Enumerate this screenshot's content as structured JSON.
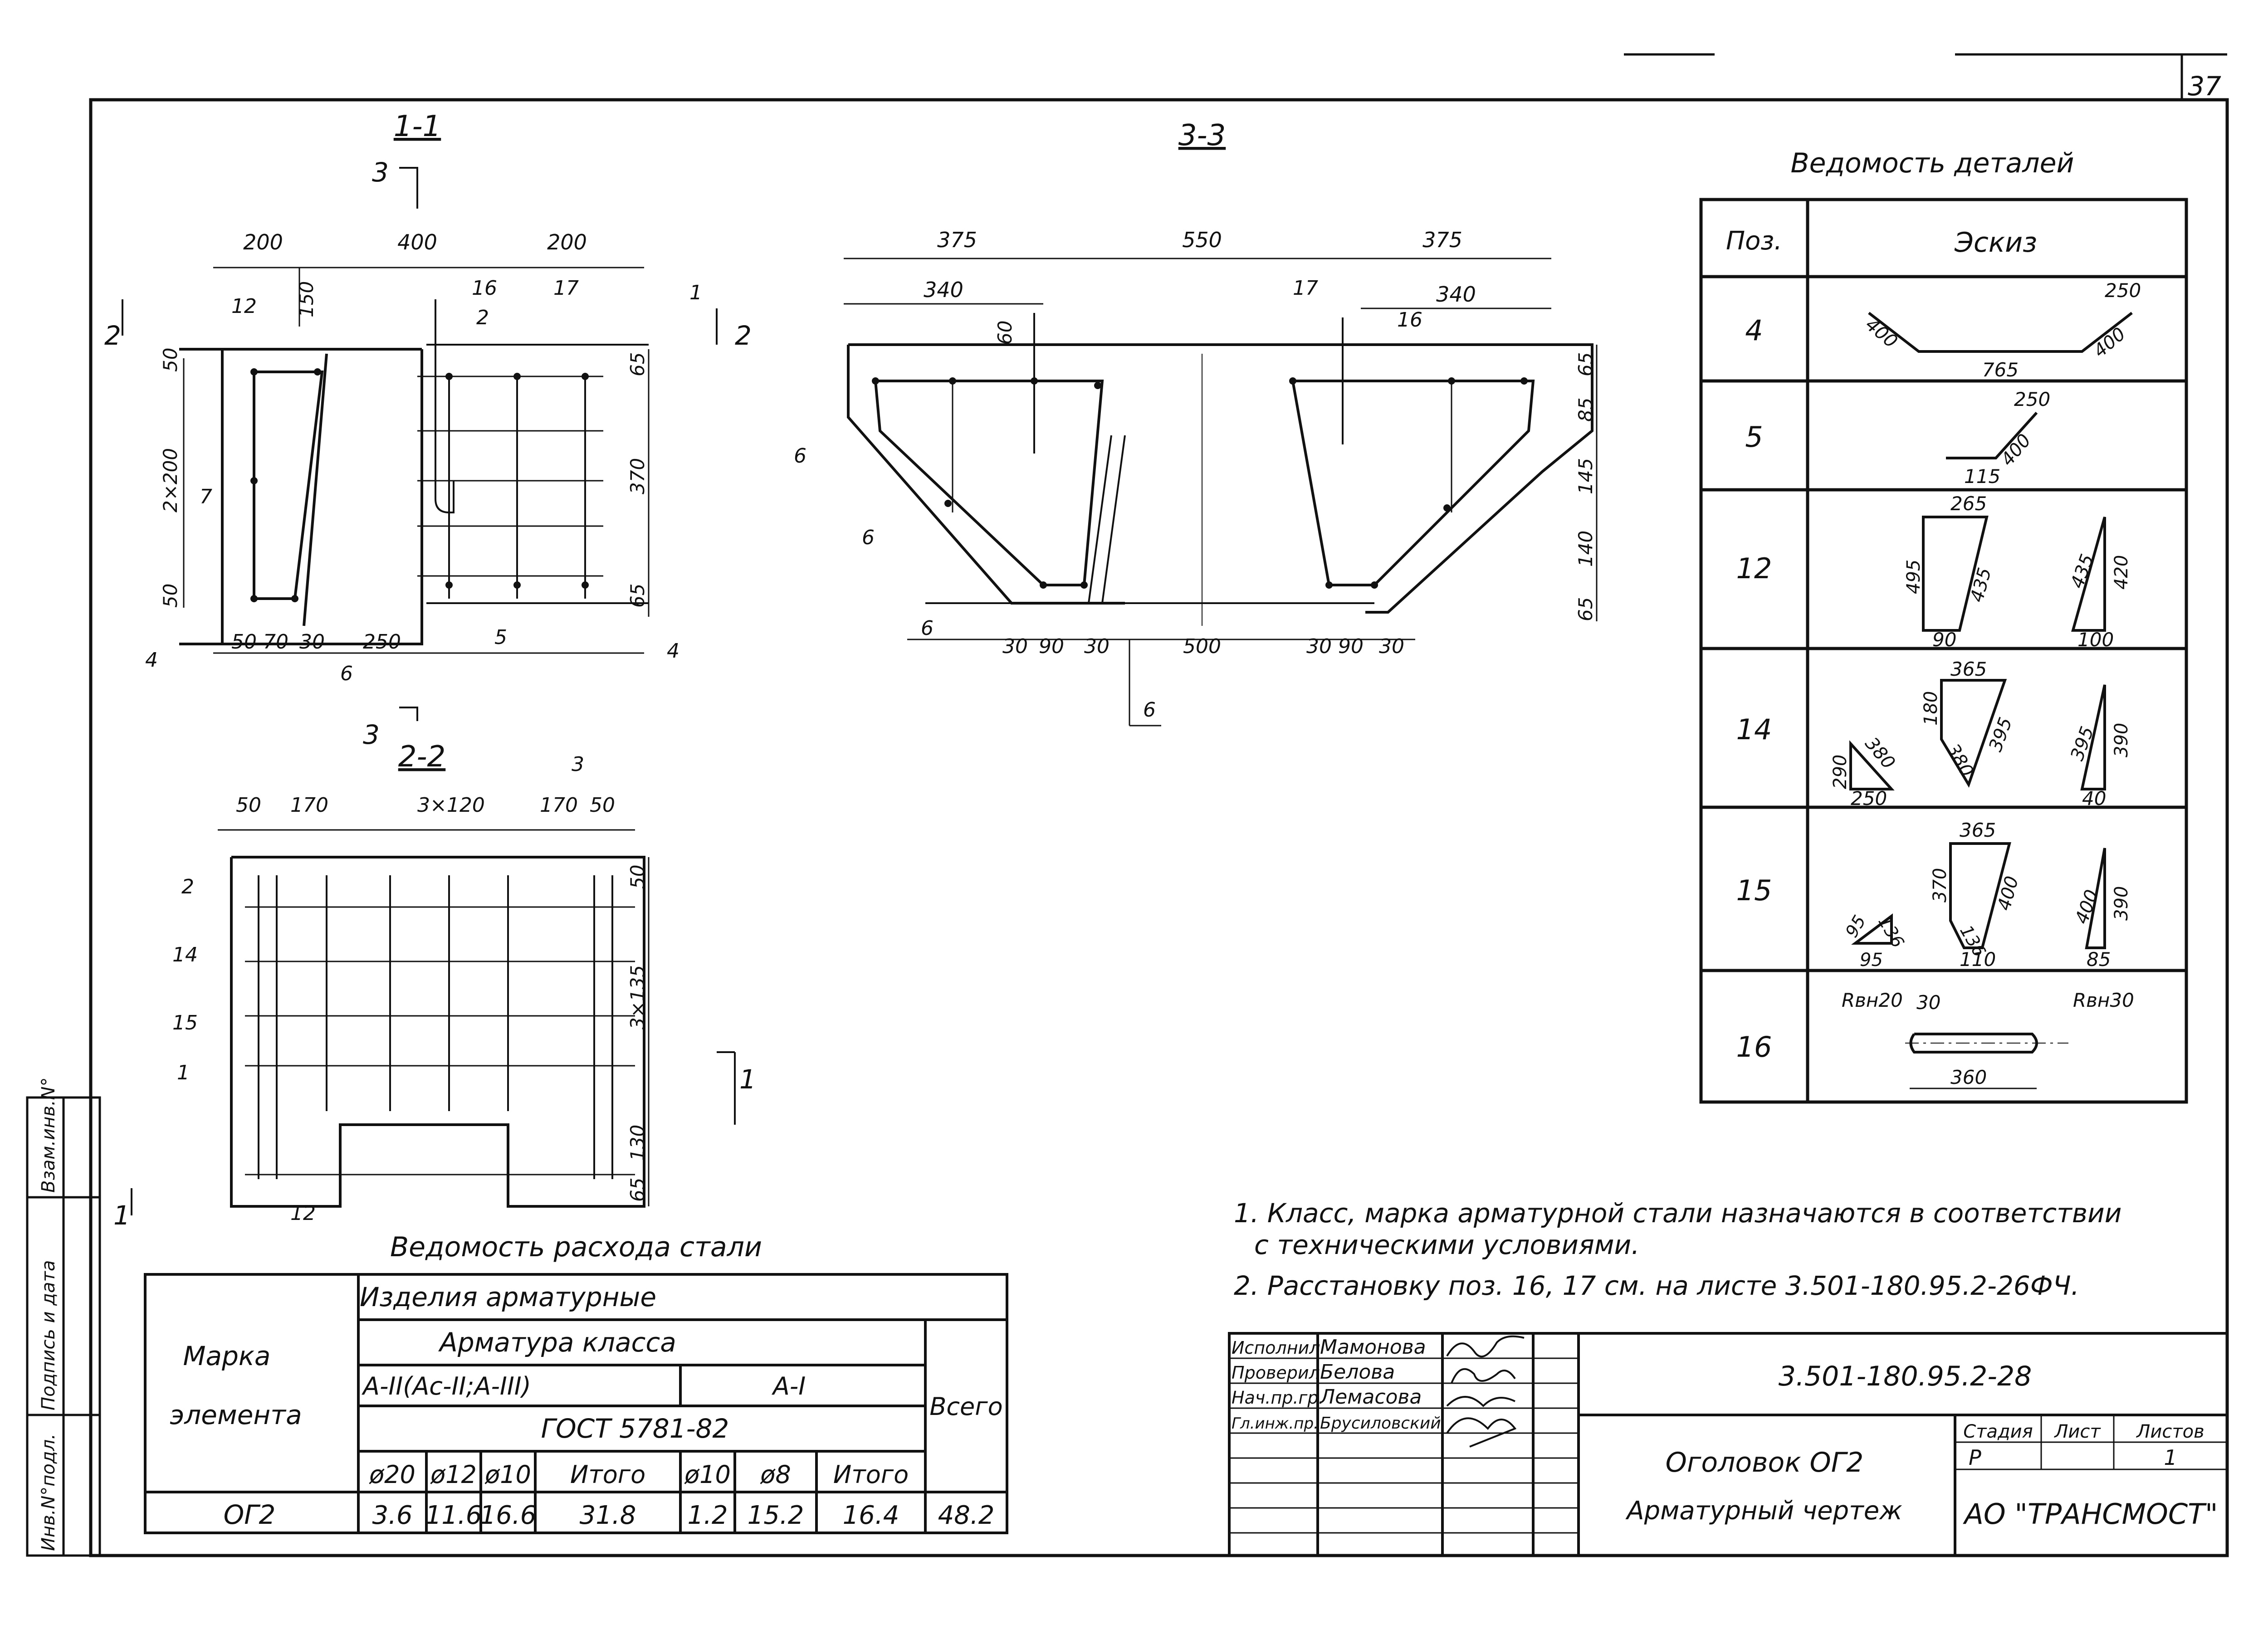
{
  "sheet_number": "37",
  "sections": {
    "s11": {
      "title": "1-1",
      "cut_top": "3",
      "cut_bottom": "3",
      "cut_left": "2",
      "cut_right": "2",
      "dims_top": [
        "200",
        "400",
        "200"
      ],
      "dim_150": "150",
      "dims_left": [
        "50",
        "2×200",
        "50"
      ],
      "dims_right": [
        "65",
        "370",
        "65"
      ],
      "dims_bottom": [
        "50",
        "70",
        "30",
        "250"
      ],
      "pos": [
        "12",
        "16",
        "17",
        "2",
        "1",
        "7",
        "4",
        "5",
        "4",
        "6"
      ]
    },
    "s33": {
      "title": "3-3",
      "dims_top": [
        "375",
        "550",
        "375"
      ],
      "dims_top2": [
        "340",
        "340"
      ],
      "dim_60": "60",
      "dims_right": [
        "65",
        "85",
        "145",
        "140",
        "65"
      ],
      "dims_bottom_left": [
        "30",
        "90",
        "30"
      ],
      "dim_bottom_mid": "500",
      "dims_bottom_right": [
        "30",
        "90",
        "30"
      ],
      "pos": [
        "17",
        "16",
        "6",
        "6",
        "6",
        "6"
      ]
    },
    "s22": {
      "title": "2-2",
      "cut_label": "3",
      "dims_top": [
        "50",
        "170",
        "3×120",
        "170",
        "50"
      ],
      "dims_right": [
        "50",
        "3×135",
        "130",
        "65"
      ],
      "pos": [
        "2",
        "14",
        "15",
        "1",
        "12"
      ],
      "cut_left": "1",
      "cut_right": "1"
    }
  },
  "details": {
    "title": "Ведомость деталей",
    "headers": [
      "Поз.",
      "Эскиз"
    ],
    "rows": [
      {
        "pos": "4",
        "dims": [
          "400",
          "765",
          "400",
          "250"
        ]
      },
      {
        "pos": "5",
        "dims": [
          "250",
          "400",
          "115"
        ]
      },
      {
        "pos": "12",
        "dims": [
          "265",
          "495",
          "435",
          "90",
          "435",
          "420",
          "100"
        ]
      },
      {
        "pos": "14",
        "dims": [
          "365",
          "180",
          "395",
          "380",
          "290",
          "380",
          "250",
          "395",
          "390",
          "40"
        ]
      },
      {
        "pos": "15",
        "dims": [
          "365",
          "370",
          "400",
          "136",
          "95",
          "136",
          "95",
          "110",
          "400",
          "390",
          "85"
        ]
      },
      {
        "pos": "16",
        "dims": [
          "Rвн20",
          "30",
          "Rвн30",
          "360"
        ]
      }
    ]
  },
  "notes": [
    "1. Класс, марка арматурной стали назначаются в соответствии",
    "с техническими условиями.",
    "2. Расстановку поз. 16, 17 см. на листе 3.501-180.95.2-26ФЧ."
  ],
  "steel": {
    "title": "Ведомость расхода стали",
    "h_mark": [
      "Марка",
      "элемента"
    ],
    "h_products": "Изделия арматурные",
    "h_class": "Арматура класса",
    "h_class_a2": "А-II(Ас-II;А-III)",
    "h_class_a1": "А-I",
    "h_gost": "ГОСТ 5781-82",
    "h_total": "Всего",
    "subheads": [
      "ø20",
      "ø12",
      "ø10",
      "Итого",
      "ø10",
      "ø8",
      "Итого"
    ],
    "row": {
      "mark": "ОГ2",
      "values": [
        "3.6",
        "11.6",
        "16.6",
        "31.8",
        "1.2",
        "15.2",
        "16.4",
        "48.2"
      ]
    }
  },
  "side_stamp": [
    "Инв.N°подл.",
    "Подпись и дата",
    "Взам.инв.N°"
  ],
  "title_block": {
    "roles": [
      "Исполнил",
      "Проверил",
      "Нач.пр.гр.",
      "Гл.инж.пр."
    ],
    "names": [
      "Мамонова",
      "Белова",
      "Лемасова",
      "Брусиловский"
    ],
    "code": "3.501-180.95.2-28",
    "title1": "Оголовок ОГ2",
    "title2": "Арматурный чертеж",
    "stage_h": [
      "Стадия",
      "Лист",
      "Листов"
    ],
    "stage_v": [
      "Р",
      "",
      "1"
    ],
    "org": "АО \"ТРАНСМОСТ\""
  }
}
